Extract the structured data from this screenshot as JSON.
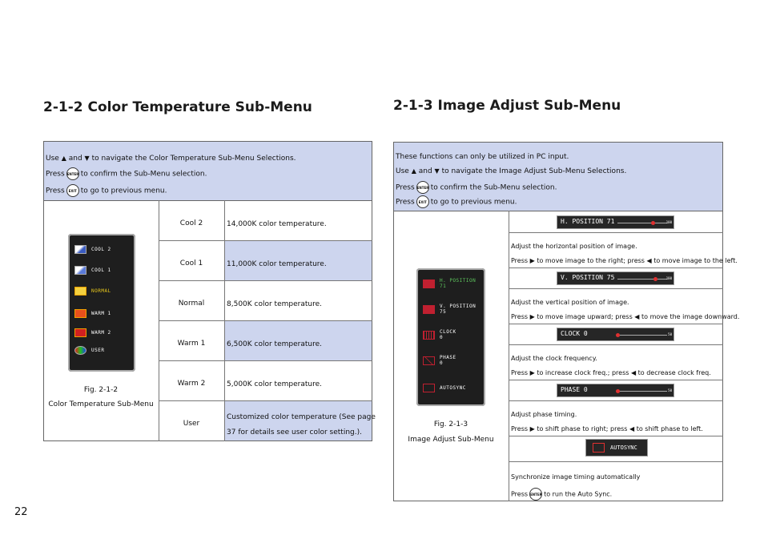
{
  "left": {
    "heading": "2-1-2 Color Temperature Sub-Menu",
    "intro": {
      "line1_pre": "Use",
      "line1_and": "and",
      "line1_post": "to navigate the Color Temperature Sub-Menu Selections.",
      "line2_pre": "Press",
      "line2_post": "to confirm the Sub-Menu selection.",
      "line3_pre": "Press",
      "line3_post": "to go to previous menu."
    },
    "osd_items": [
      "COOL 2",
      "COOL 1",
      "NORMAL",
      "WARM 1",
      "WARM 2",
      "USER"
    ],
    "fig_caption": "Fig. 2-1-2",
    "fig_title": "Color Temperature Sub-Menu",
    "rows": [
      {
        "name": "Cool 2",
        "desc": "14,000K color temperature."
      },
      {
        "name": "Cool 1",
        "desc": "11,000K color temperature."
      },
      {
        "name": "Normal",
        "desc": "8,500K color temperature."
      },
      {
        "name": "Warm 1",
        "desc": "6,500K color temperature."
      },
      {
        "name": "Warm 2",
        "desc": "5,000K color temperature."
      },
      {
        "name": "User",
        "desc1": "Customized color temperature (See page",
        "desc2": "37 for details see user color setting.)."
      }
    ]
  },
  "right": {
    "heading": "2-1-3 Image Adjust Sub-Menu",
    "intro": {
      "line0": "These functions can only be utilized in PC input.",
      "line1_pre": "Use",
      "line1_and": "and",
      "line1_post": "to navigate the Image Adjust Sub-Menu Selections.",
      "line2_pre": "Press",
      "line2_post": "to confirm the Sub-Menu selection.",
      "line3_pre": "Press",
      "line3_post": "to go to previous menu."
    },
    "osd_items": [
      {
        "label": "H. POSITION",
        "value": "71"
      },
      {
        "label": "V. POSITION",
        "value": "75"
      },
      {
        "label": "CLOCK",
        "value": "0"
      },
      {
        "label": "PHASE",
        "value": "0"
      },
      {
        "label": "AUTOSYNC",
        "value": ""
      }
    ],
    "fig_caption": "Fig. 2-1-3",
    "fig_title": "Image Adjust Sub-Menu",
    "bars": [
      {
        "label": "H. POSITION 71",
        "level": 0.71,
        "max": "100"
      },
      {
        "label": "V. POSITION 75",
        "level": 0.75,
        "max": "100"
      },
      {
        "label": "CLOCK         0",
        "level": 0.0,
        "max": "50"
      },
      {
        "label": "PHASE         0",
        "level": 0.0,
        "max": "50"
      }
    ],
    "autosync_label": "AUTOSYNC",
    "descs": [
      {
        "l1": "Adjust the horizontal position of image.",
        "l2_pre": "Press",
        "l2_mid": "to move image to the right; press",
        "l2_post": "to move image to the left."
      },
      {
        "l1": "Adjust the vertical position of image.",
        "l2_pre": "Press",
        "l2_mid": "to move image upward; press",
        "l2_post": "to move the image downward."
      },
      {
        "l1": "Adjust the clock frequency.",
        "l2_pre": "Press",
        "l2_mid": "to increase clock freq.; press",
        "l2_post": "to decrease clock freq."
      },
      {
        "l1": "Adjust phase timing.",
        "l2_pre": "Press",
        "l2_mid": "to shift phase to right; press",
        "l2_post": "to shift phase to left."
      },
      {
        "l1": "Synchronize image timing automatically",
        "l2_pre": "Press",
        "l2_post": "to run the Auto Sync."
      }
    ]
  },
  "icons": {
    "up": "▲",
    "down": "▼",
    "right": "▶",
    "left": "◀",
    "enter": "ENTER",
    "exit": "EXIT"
  },
  "page_number": "22"
}
